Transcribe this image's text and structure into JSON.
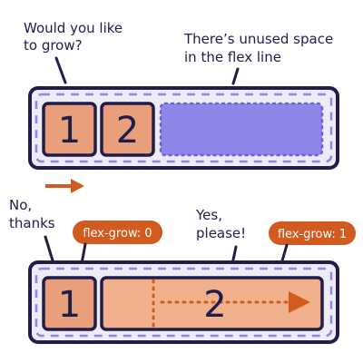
{
  "colors": {
    "ink": "#1f1d4a",
    "container_fill": "#ecebf6",
    "dash": "#8e86e8",
    "item": "#e9a07a",
    "item_light": "#f0b08c",
    "free_space": "#8e86e8",
    "accent": "#d15a1f",
    "badge": "#d15a1f"
  },
  "top": {
    "question": [
      "Would you like",
      "to grow?"
    ],
    "unused_note": [
      "There’s unused space",
      "in the flex line"
    ],
    "item1": "1",
    "item2": "2"
  },
  "bottom": {
    "no_label": [
      "No,",
      "thanks"
    ],
    "yes_label": [
      "Yes,",
      "please!"
    ],
    "badge_left": "flex-grow: 0",
    "badge_right": "flex-grow: 1",
    "item1": "1",
    "item2": "2"
  }
}
